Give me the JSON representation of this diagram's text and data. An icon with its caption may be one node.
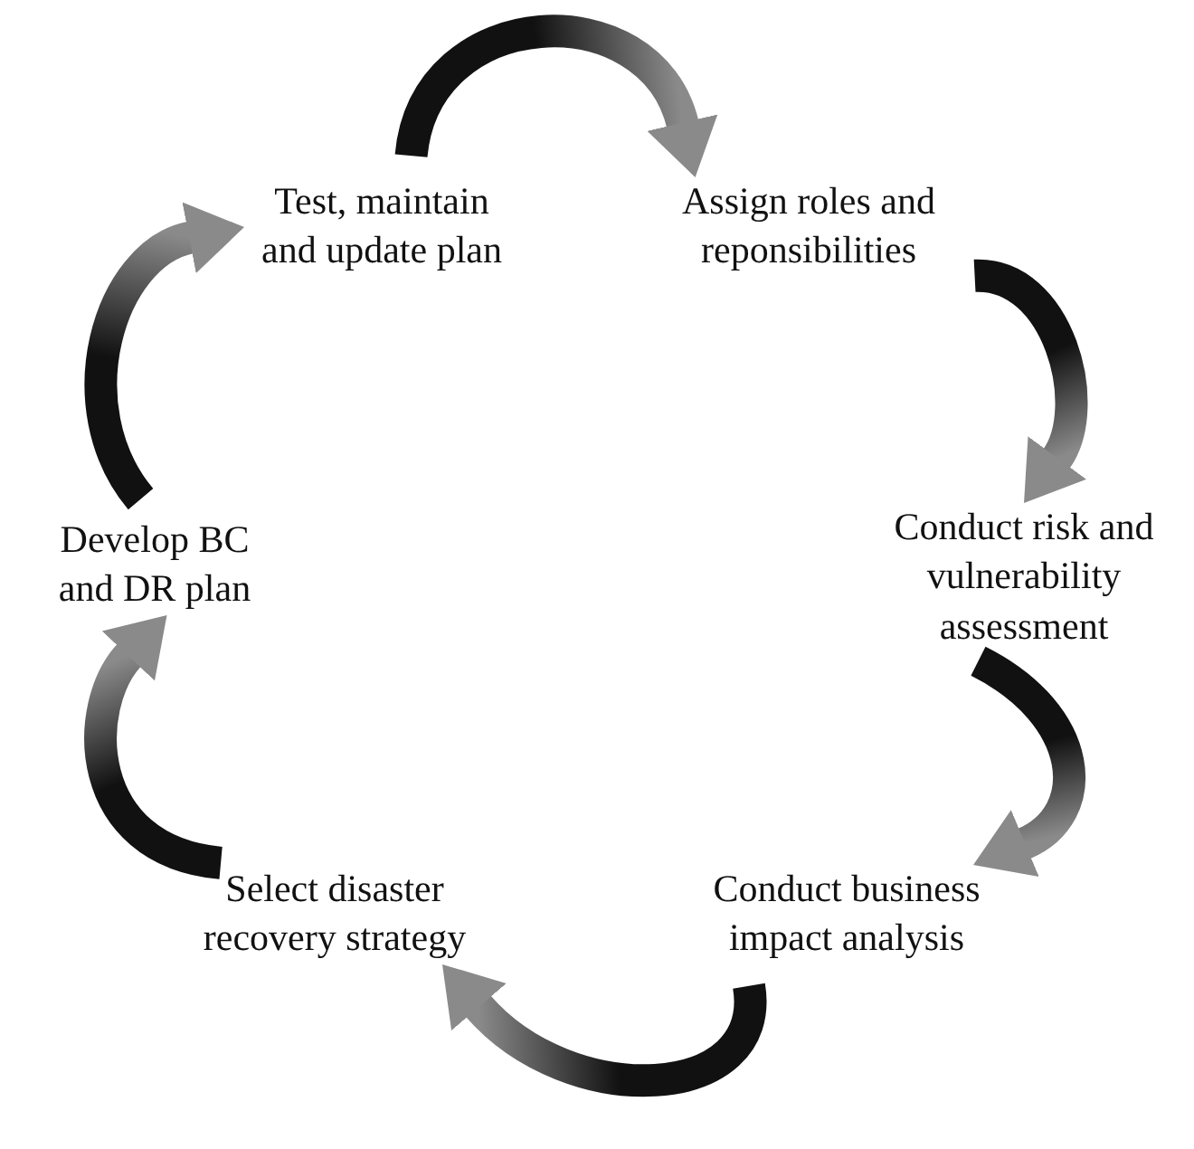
{
  "diagram": {
    "nodes": [
      {
        "text": [
          "Test, maintain and update plan"
        ]
      },
      {
        "text": [
          "Assign roles and reponsibilities"
        ]
      },
      {
        "text": [
          "Conduct risk and vulnerability assessment"
        ]
      },
      {
        "text": [
          "Conduct business impact analysis"
        ]
      },
      {
        "text": [
          "Select disaster recovery strategy"
        ]
      },
      {
        "text": [
          "Develop BC and DR plan"
        ]
      }
    ],
    "edges": [
      {
        "from": 0,
        "to": 1,
        "arrow": "to"
      },
      {
        "from": 1,
        "to": 2,
        "arrow": "to"
      },
      {
        "from": 2,
        "to": 3,
        "arrow": "to"
      },
      {
        "from": 3,
        "to": 4,
        "arrow": "to"
      },
      {
        "from": 4,
        "to": 5,
        "arrow": "to"
      },
      {
        "from": 5,
        "to": 0,
        "arrow": "to"
      }
    ]
  }
}
